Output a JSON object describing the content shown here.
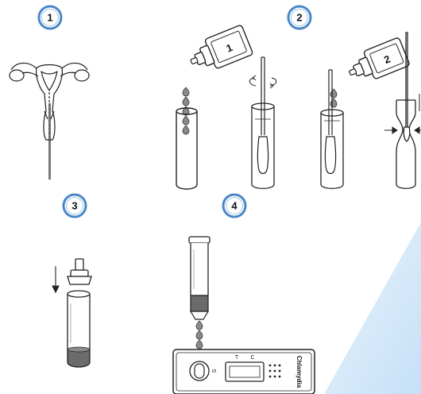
{
  "steps": [
    {
      "number": "1"
    },
    {
      "number": "2"
    },
    {
      "number": "3"
    },
    {
      "number": "4"
    }
  ],
  "bottles": [
    {
      "label": "1"
    },
    {
      "label": "2"
    }
  ],
  "cassette": {
    "brand": "Chlamydia",
    "sample_well": "S",
    "test_line": "T",
    "control_line": "C"
  },
  "colors": {
    "badge_ring": "#4a86c8",
    "badge_fill": "#ffffff",
    "liquid": "#6b6b6b",
    "corner_accent": "#cfe6fb"
  }
}
